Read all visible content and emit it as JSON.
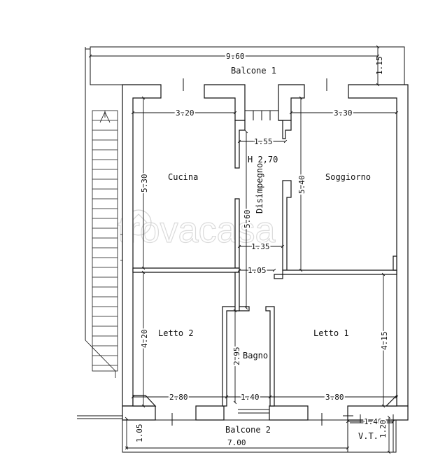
{
  "rooms": {
    "balcone_1": "Balcone 1",
    "cucina": "Cucina",
    "soggiorno": "Soggiorno",
    "disimpegno": "Disimpegno",
    "height": "H  2,70",
    "letto_2": "Letto 2",
    "letto_1": "Letto 1",
    "bagno": "Bagno",
    "balcone_2": "Balcone 2",
    "vt": "V.T."
  },
  "dimensions": {
    "total_width": "9.60",
    "balcone_1_depth": "1.15",
    "cucina_width": "3.20",
    "soggiorno_width": "3.30",
    "disimpegno_width_top": "1.55",
    "cucina_depth": "5.30",
    "soggiorno_depth": "5.40",
    "disimpegno_depth": "5.60",
    "disimpegno_width_mid": "1.35",
    "disimpegno_width_low": "1.05",
    "letto_2_depth": "4.20",
    "letto_1_depth": "4.15",
    "bagno_depth": "2.95",
    "letto_2_width": "2.80",
    "bagno_width": "1.40",
    "letto_1_width": "3.80",
    "vt_width": "1.40",
    "vt_depth": "1.20",
    "balcone_2_depth": "1.05",
    "balcone_2_width": "7.00"
  },
  "watermark": "trovacasa",
  "colors": {
    "wall": "#ffffff",
    "line": "#111111",
    "watermark": "#cfcfcf"
  }
}
